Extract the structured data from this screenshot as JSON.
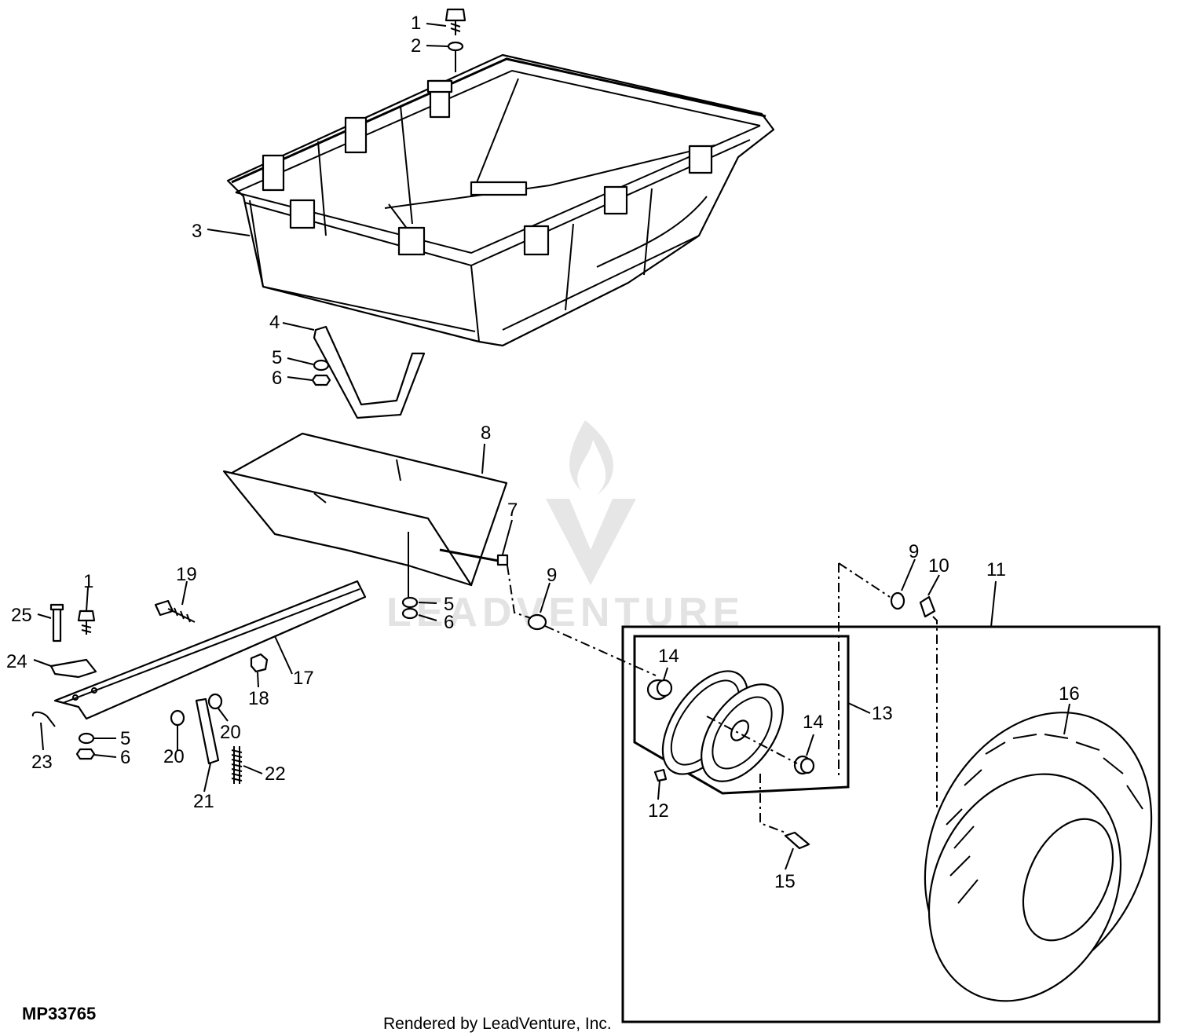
{
  "watermark": "LEADVENTURE",
  "diagram_id": "MP33765",
  "credit": "Rendered by LeadVenture, Inc.",
  "callouts": {
    "c1a": "1",
    "c2": "2",
    "c3": "3",
    "c4": "4",
    "c5a": "5",
    "c6a": "6",
    "c8": "8",
    "c7": "7",
    "c5b": "5",
    "c6b": "6",
    "c9a": "9",
    "c9b": "9",
    "c10": "10",
    "c11": "11",
    "c1b": "1",
    "c19": "19",
    "c25": "25",
    "c24": "24",
    "c17": "17",
    "c18": "18",
    "c23": "23",
    "c5c": "5",
    "c6c": "6",
    "c20a": "20",
    "c20b": "20",
    "c21": "21",
    "c22": "22",
    "c14a": "14",
    "c14b": "14",
    "c13": "13",
    "c12": "12",
    "c15": "15",
    "c16": "16"
  }
}
